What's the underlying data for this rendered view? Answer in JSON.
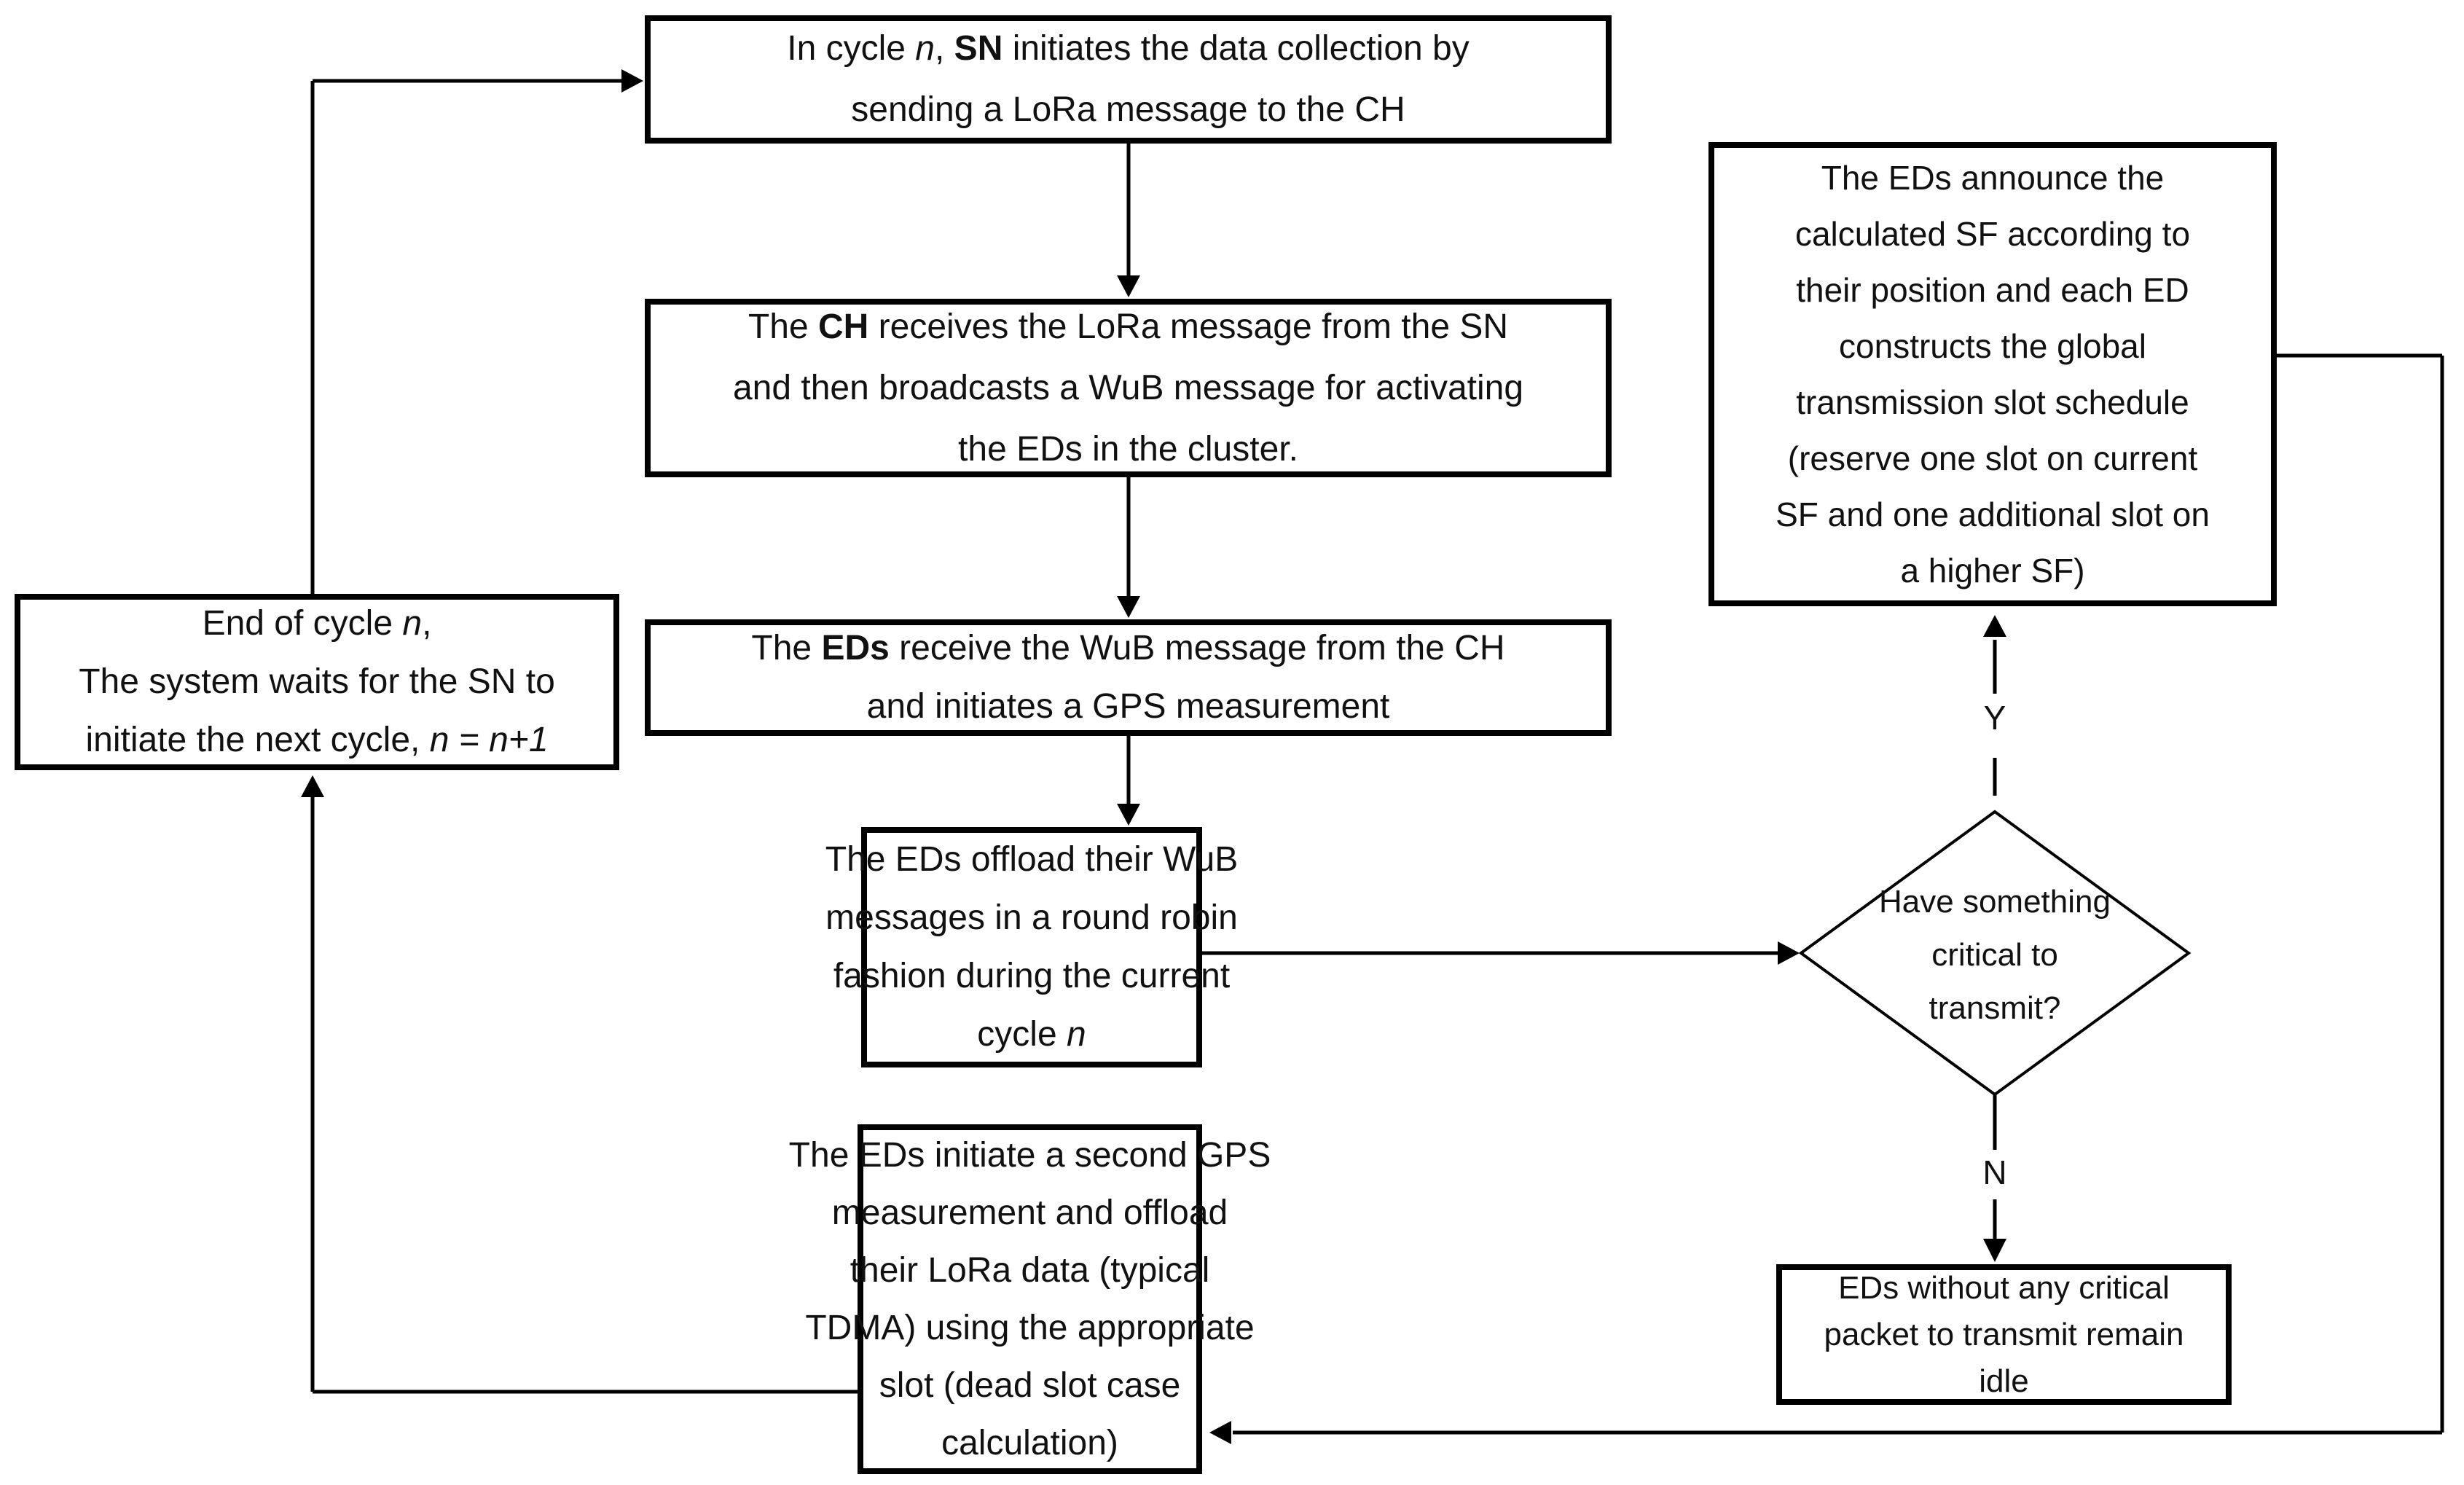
{
  "diagram": {
    "type": "flowchart",
    "topic": "LoRa / WuB data-collection cycle between SN, CH and EDs",
    "colors": {
      "background": "#ffffff",
      "line": "#000000",
      "text": "#111111"
    }
  },
  "labels": {
    "yes": "Y",
    "no": "N"
  },
  "nodes": {
    "cycle_start": {
      "lines": [
        [
          {
            "t": "In cycle "
          },
          {
            "t": "n",
            "i": true
          },
          {
            "t": ", "
          },
          {
            "t": "SN",
            "b": true
          },
          {
            "t": " initiates the data collection by"
          }
        ],
        [
          {
            "t": "sending a LoRa message to the CH"
          }
        ]
      ]
    },
    "ch_receives": {
      "lines": [
        [
          {
            "t": "The "
          },
          {
            "t": "CH",
            "b": true
          },
          {
            "t": " receives the LoRa message from the SN"
          }
        ],
        [
          {
            "t": "and then broadcasts a WuB message for activating"
          }
        ],
        [
          {
            "t": "the EDs in the cluster."
          }
        ]
      ]
    },
    "eds_receive": {
      "lines": [
        [
          {
            "t": "The "
          },
          {
            "t": "EDs",
            "b": true
          },
          {
            "t": " receive the WuB message from the CH"
          }
        ],
        [
          {
            "t": "and initiates a GPS measurement"
          }
        ]
      ]
    },
    "round_robin": {
      "lines": [
        [
          {
            "t": "The EDs offload their WuB"
          }
        ],
        [
          {
            "t": "messages in a round robin"
          }
        ],
        [
          {
            "t": "fashion during the current"
          }
        ],
        [
          {
            "t": "cycle "
          },
          {
            "t": "n",
            "i": true
          }
        ]
      ]
    },
    "second_gps": {
      "lines": [
        [
          {
            "t": "The EDs initiate a second GPS"
          }
        ],
        [
          {
            "t": "measurement and offload"
          }
        ],
        [
          {
            "t": "their LoRa data (typical"
          }
        ],
        [
          {
            "t": "TDMA) using the appropriate"
          }
        ],
        [
          {
            "t": "slot (dead slot case"
          }
        ],
        [
          {
            "t": "calculation)"
          }
        ]
      ]
    },
    "end_cycle": {
      "lines": [
        [
          {
            "t": "End of cycle "
          },
          {
            "t": "n",
            "i": true
          },
          {
            "t": ","
          }
        ],
        [
          {
            "t": "The system waits for the SN to"
          }
        ],
        [
          {
            "t": "initiate the next cycle, "
          },
          {
            "t": "n = n+1",
            "i": true
          }
        ]
      ]
    },
    "decision": {
      "lines": [
        [
          {
            "t": "Have something"
          }
        ],
        [
          {
            "t": "critical to"
          }
        ],
        [
          {
            "t": "transmit?"
          }
        ]
      ]
    },
    "announce_sf": {
      "lines": [
        [
          {
            "t": "The EDs announce the"
          }
        ],
        [
          {
            "t": "calculated SF according to"
          }
        ],
        [
          {
            "t": "their position and each ED"
          }
        ],
        [
          {
            "t": "constructs the global"
          }
        ],
        [
          {
            "t": "transmission slot schedule"
          }
        ],
        [
          {
            "t": "(reserve one slot on current"
          }
        ],
        [
          {
            "t": "SF and one additional slot on"
          }
        ],
        [
          {
            "t": "a higher SF)"
          }
        ]
      ]
    },
    "idle": {
      "lines": [
        [
          {
            "t": "EDs without any critical"
          }
        ],
        [
          {
            "t": "packet to transmit remain"
          }
        ],
        [
          {
            "t": "idle"
          }
        ]
      ]
    }
  }
}
